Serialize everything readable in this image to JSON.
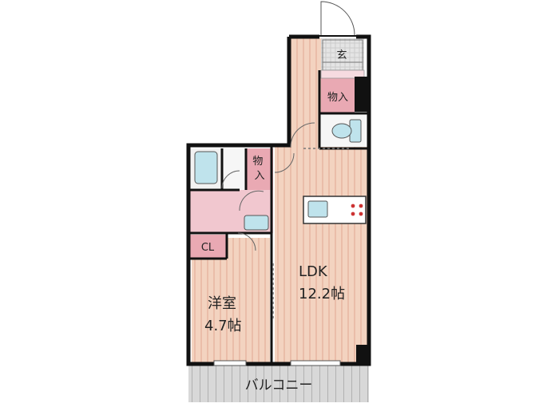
{
  "rooms": {
    "entrance": "玄",
    "storage_top": "物入",
    "storage_mid": "物入",
    "closet": "CL",
    "ldk_name": "LDK",
    "ldk_size": "12.2帖",
    "western_name": "洋室",
    "western_size": "4.7帖",
    "balcony": "バルコニー"
  },
  "colors": {
    "floor_wood": "#f3d3c0",
    "floor_stripe": "#e6b49f",
    "storage_pink": "#e9a9b3",
    "utility_pink": "#f1c7cf",
    "fixture_blue": "#bfe3ec",
    "wall": "#111111",
    "balcony": "#d8d8d8"
  }
}
